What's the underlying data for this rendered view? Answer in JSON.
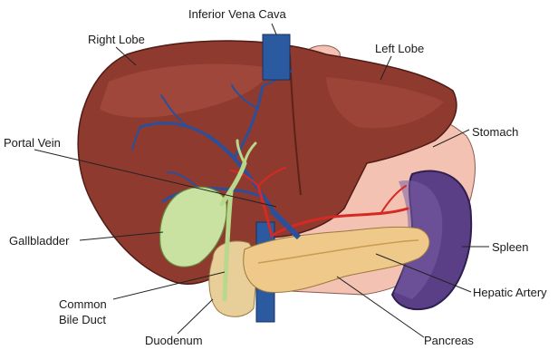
{
  "labels": {
    "inferior_vena_cava": "Inferior Vena Cava",
    "right_lobe": "Right Lobe",
    "left_lobe": "Left Lobe",
    "portal_vein": "Portal Vein",
    "stomach": "Stomach",
    "gallbladder": "Gallbladder",
    "spleen": "Spleen",
    "common_bile_duct_line1": "Common",
    "common_bile_duct_line2": "Bile Duct",
    "hepatic_artery": "Hepatic Artery",
    "duodenum": "Duodenum",
    "pancreas": "Pancreas"
  },
  "colors": {
    "liver": "#8f3a2f",
    "liver_highlight": "#b4594b",
    "stomach": "#f3c2b2",
    "spleen": "#5a3f86",
    "gallbladder": "#c9e2a1",
    "pancreas": "#eec98a",
    "duodenum": "#e8cf9a",
    "ivc": "#2b5aa0",
    "portal_vein": "#2b4f9a",
    "artery": "#d42a23",
    "bile_duct": "#b8d98c"
  }
}
